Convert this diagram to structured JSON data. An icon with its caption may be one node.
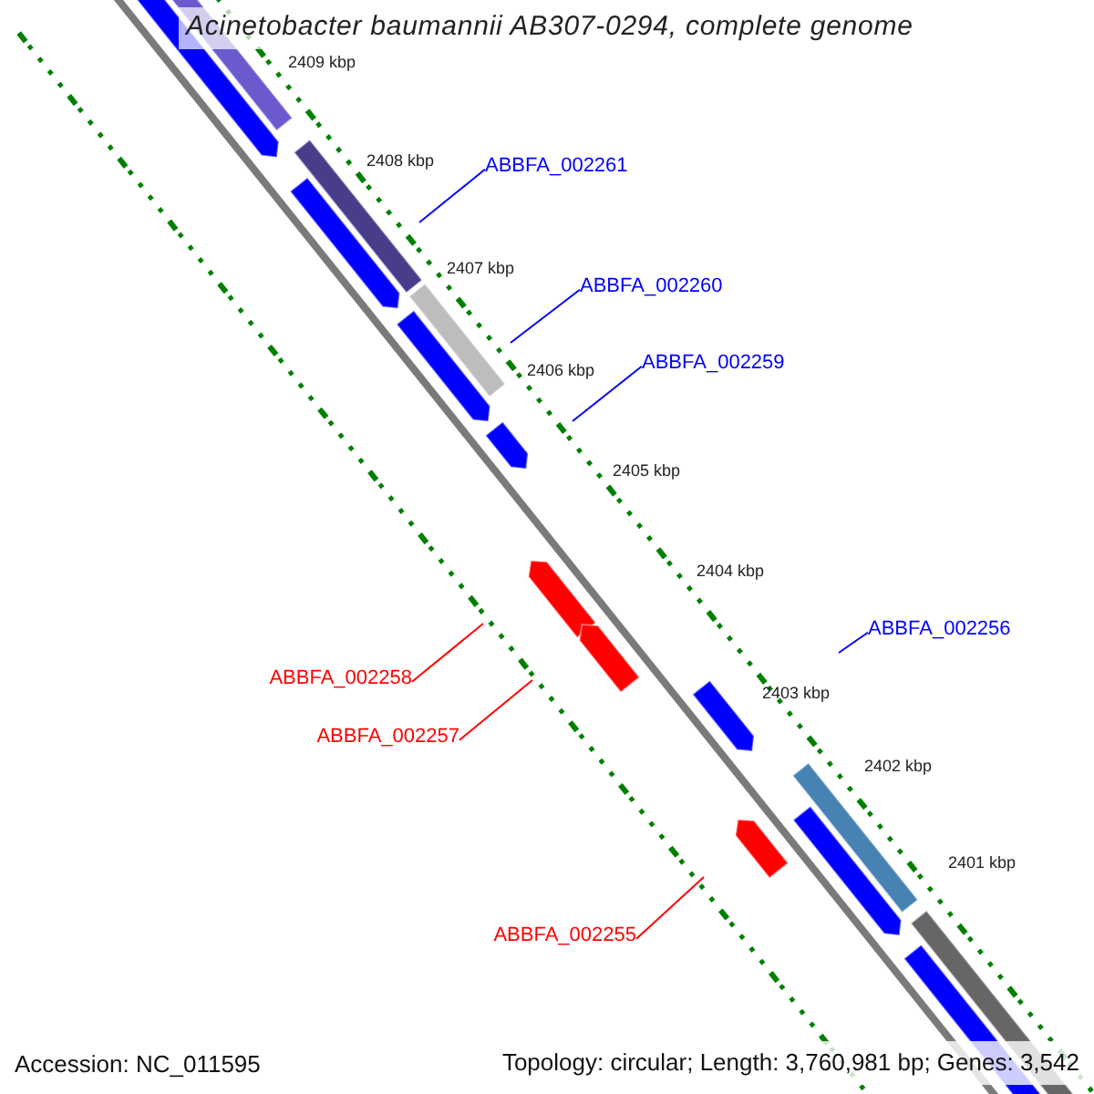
{
  "diagram": {
    "title": "Acinetobacter baumannii AB307-0294, complete genome",
    "nodes": [
      {
        "text": [
          "ABBFA_002261"
        ]
      },
      {
        "text": [
          "ABBFA_002260"
        ]
      },
      {
        "text": [
          "ABBFA_002259"
        ]
      },
      {
        "text": [
          "ABBFA_002256"
        ]
      },
      {
        "text": [
          "ABBFA_002258"
        ]
      },
      {
        "text": [
          "ABBFA_002257"
        ]
      },
      {
        "text": [
          "ABBFA_002255"
        ]
      }
    ],
    "edges": [
      {
        "from": 0,
        "to": null,
        "arrow": "none"
      },
      {
        "from": 1,
        "to": null,
        "arrow": "none"
      },
      {
        "from": 2,
        "to": null,
        "arrow": "none"
      },
      {
        "from": 3,
        "to": null,
        "arrow": "none"
      },
      {
        "from": 4,
        "to": null,
        "arrow": "none",
        "color": "#ff0000"
      },
      {
        "from": 5,
        "to": null,
        "arrow": "none",
        "color": "#ff0000"
      },
      {
        "from": 6,
        "to": null,
        "arrow": "none",
        "color": "#ff0000"
      }
    ],
    "labels": [
      "2409 kbp",
      "2408 kbp",
      "2407 kbp",
      "2406 kbp",
      "2405 kbp",
      "2404 kbp",
      "2403 kbp",
      "2402 kbp",
      "2401 kbp",
      "Accession: NC_011595",
      "Topology: circular; Length: 3,760,981 bp; Genes: 3,542"
    ]
  }
}
